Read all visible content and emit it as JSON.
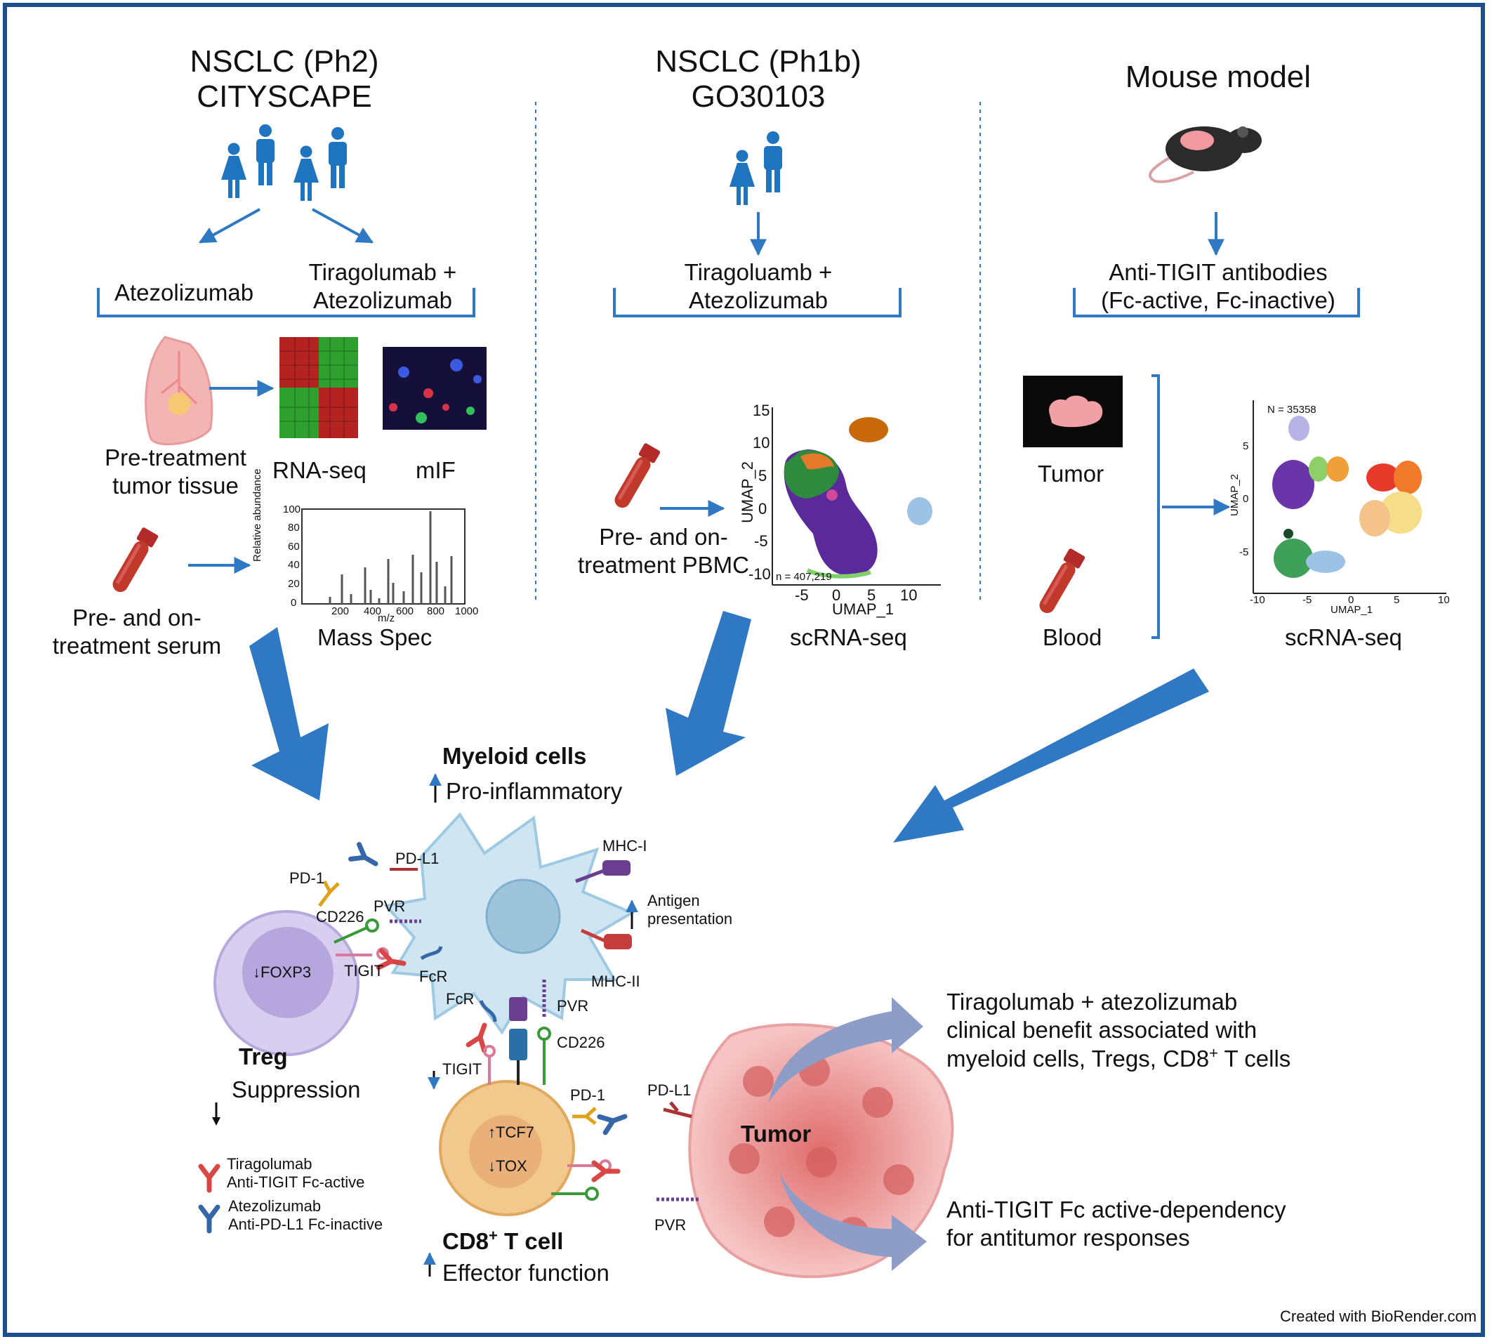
{
  "columns": {
    "ph2": {
      "title_line1": "NSCLC (Ph2)",
      "title_line2": "CITYSCAPE",
      "arm1": "Atezolizumab",
      "arm2_line1": "Tiragolumab +",
      "arm2_line2": "Atezolizumab",
      "tissue_line1": "Pre-treatment",
      "tissue_line2": "tumor tissue",
      "rnaseq": "RNA-seq",
      "mif": "mIF",
      "serum_line1": "Pre- and on-",
      "serum_line2": "treatment serum",
      "massspec": "Mass Spec",
      "ms_ylabel": "Relative abundance",
      "ms_xlabel": "m/z",
      "ms_xticks": [
        "200",
        "400",
        "600",
        "800",
        "1000"
      ],
      "ms_yticks": [
        "0",
        "20",
        "40",
        "60",
        "80",
        "100"
      ]
    },
    "ph1b": {
      "title_line1": "NSCLC (Ph1b)",
      "title_line2": "GO30103",
      "arm_line1": "Tiragoluamb +",
      "arm_line2": "Atezolizumab",
      "pbmc_line1": "Pre- and on-",
      "pbmc_line2": "treatment PBMC",
      "umap_n": "n = 407,219",
      "umap_x": "UMAP_1",
      "umap_y": "UMAP_2",
      "umap_xticks": [
        "-5",
        "0",
        "5",
        "10"
      ],
      "umap_yticks": [
        "15",
        "10",
        "5",
        "0",
        "-5",
        "-10"
      ],
      "scrnaseq": "scRNA-seq"
    },
    "mouse": {
      "title": "Mouse model",
      "arm_line1": "Anti-TIGIT antibodies",
      "arm_line2": "(Fc-active, Fc-inactive)",
      "tumor": "Tumor",
      "blood": "Blood",
      "umap_n": "N = 35358",
      "umap_x": "UMAP_1",
      "umap_y": "UMAP_2",
      "umap_xticks": [
        "-10",
        "-5",
        "0",
        "5",
        "10"
      ],
      "umap_yticks": [
        "5",
        "0",
        "-5"
      ],
      "scrnaseq": "scRNA-seq"
    }
  },
  "mechanism": {
    "myeloid_title": "Myeloid cells",
    "myeloid_sub": "Pro-inflammatory",
    "pdl1_top": "PD-L1",
    "pd1_treg": "PD-1",
    "cd226_treg": "CD226",
    "pvr_treg": "PVR",
    "tigit_treg": "TIGIT",
    "fcr_treg": "FcR",
    "mhc1": "MHC-I",
    "antigen_line1": "Antigen",
    "antigen_line2": "presentation",
    "mhc2": "MHC-II",
    "foxp3": "FOXP3",
    "treg_title": "Treg",
    "treg_sub": "Suppression",
    "fcr_cd8": "FcR",
    "pvr_cd8": "PVR",
    "cd226_cd8": "CD226",
    "tigit_cd8": "TIGIT",
    "pd1_cd8": "PD-1",
    "pdl1_tumor": "PD-L1",
    "pvr_tumor": "PVR",
    "tcf7": "TCF7",
    "tox": "TOX",
    "cd8_title": "CD8",
    "cd8_sup": "+",
    "cd8_title_rest": " T cell",
    "cd8_sub": "Effector function",
    "tumor": "Tumor"
  },
  "legend": {
    "tira_line1": "Tiragolumab",
    "tira_line2": "Anti-TIGIT Fc-active",
    "atezo_line1": "Atezolizumab",
    "atezo_line2": "Anti-PD-L1 Fc-inactive"
  },
  "conclusions": {
    "c1_line1": "Tiragolumab + atezolizumab",
    "c1_line2": "clinical benefit associated with",
    "c1_line3a": "myeloid cells, Tregs, CD8",
    "c1_line3sup": "+",
    "c1_line3b": " T cells",
    "c2_line1": "Anti-TIGIT Fc active-dependency",
    "c2_line2": "for antitumor responses"
  },
  "credit": "Created with BioRender.com",
  "colors": {
    "frame": "#1e4f8c",
    "arrow": "#2f78c4",
    "people": "#1f74bf",
    "tira": "#d94646",
    "atezo": "#3566a8",
    "treg": "#cfc4ec",
    "cd8": "#f1c98d",
    "myeloid": "#cfe6f2",
    "tumor": "#f2a3a3"
  }
}
